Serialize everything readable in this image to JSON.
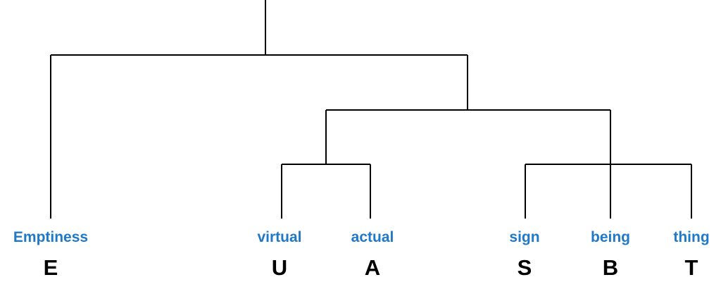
{
  "colors": {
    "word": "#1f78c8",
    "letter": "#000000",
    "line": "#000000"
  },
  "leaves": [
    {
      "word": "Emptiness",
      "letter": "E"
    },
    {
      "word": "virtual",
      "letter": "U"
    },
    {
      "word": "actual",
      "letter": "A"
    },
    {
      "word": "sign",
      "letter": "S"
    },
    {
      "word": "being",
      "letter": "B"
    },
    {
      "word": "thing",
      "letter": "T"
    }
  ]
}
